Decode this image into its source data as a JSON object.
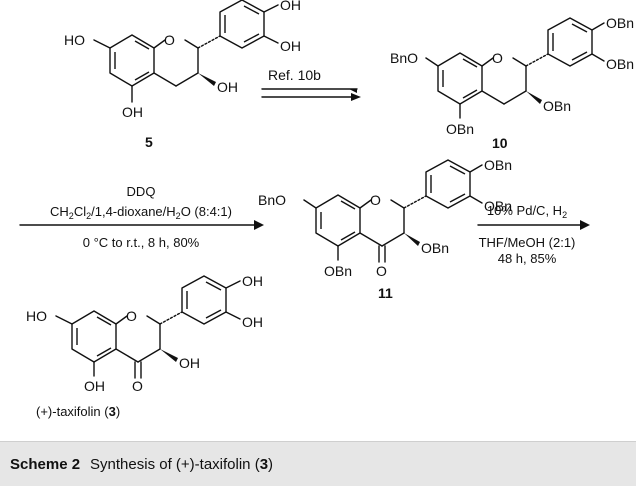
{
  "scheme": {
    "groups": {
      "oh": "OH",
      "ho": "HO",
      "obn": "OBn",
      "bno": "BnO",
      "o": "O"
    },
    "step1": {
      "reagent": "Ref. 10b"
    },
    "step2": {
      "reagent": "DDQ",
      "solvent_a": "CH",
      "solvent_sub1": "2",
      "solvent_b": "Cl",
      "solvent_sub2": "2",
      "solvent_c": "/1,4-dioxane/H",
      "solvent_sub3": "2",
      "solvent_d": "O (8:4:1)",
      "conditions": "0 °C to r.t.,  8 h, 80%"
    },
    "step3": {
      "reagent_a": "10% Pd/C, H",
      "reagent_sub": "2",
      "solvent": "THF/MeOH (2:1)",
      "conditions": "48 h, 85%"
    },
    "compounds": {
      "c5": "5",
      "c10": "10",
      "c11": "11",
      "product_name": "(+)-taxifolin (",
      "product_number": "3",
      "product_close": ")"
    }
  },
  "caption": {
    "label": "Scheme 2",
    "text_before": "Synthesis of (+)-taxifolin (",
    "number": "3",
    "text_after": ")"
  }
}
